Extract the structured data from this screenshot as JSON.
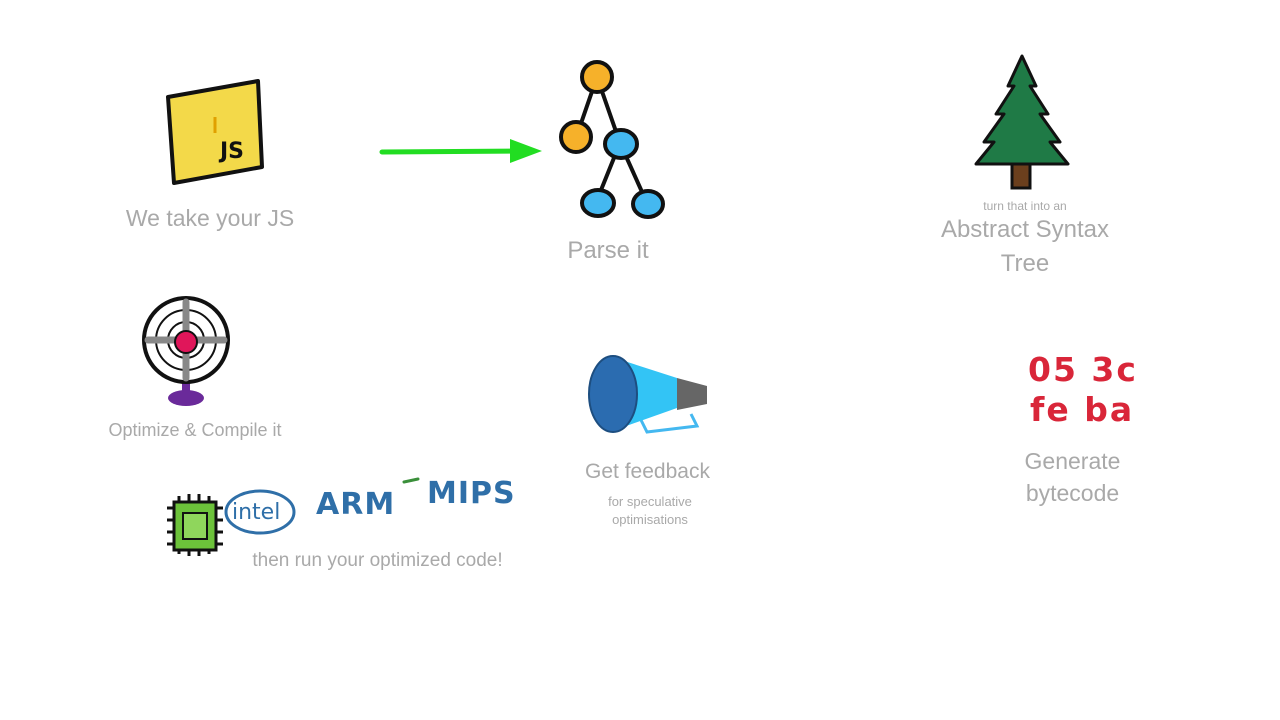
{
  "steps": {
    "take": {
      "caption": "We take your JS",
      "icon": "js-file-icon",
      "badge": "JS"
    },
    "parse": {
      "caption": "Parse it",
      "icon": "tree-graph-icon"
    },
    "ast": {
      "pre": "turn that into an",
      "line1": "Abstract Syntax",
      "line2": "Tree",
      "icon": "pine-tree-icon"
    },
    "optimize": {
      "caption": "Optimize & Compile it",
      "icon": "fan-icon"
    },
    "feedback": {
      "caption": "Get feedback",
      "sub1": "for speculative",
      "sub2": "optimisations",
      "icon": "megaphone-icon"
    },
    "bytecode": {
      "line1": "Generate",
      "line2": "bytecode",
      "bytes_row1": "05 3c",
      "bytes_row2": "fe ba",
      "icon": "bytecode-icon"
    },
    "run": {
      "caption": "then run your optimized code!",
      "icon": "cpu-chip-icon",
      "archs": [
        "intel",
        "ARM",
        "MIPS"
      ]
    }
  },
  "colors": {
    "caption": "#a9a9a9",
    "js_yellow": "#f3d949",
    "arrow_green": "#22dd22",
    "node_orange": "#f6b12a",
    "node_blue": "#44b8f0",
    "tree_green": "#1f7a46",
    "trunk_brown": "#6b3f1d",
    "fan_pink": "#e0165a",
    "fan_purple": "#6a2a9a",
    "megaphone_blue": "#2b6cb0",
    "megaphone_cyan": "#33c4f5",
    "bytecode_red": "#d92639",
    "chip_green": "#6cc23a",
    "arch_blue": "#2f6fa8"
  }
}
